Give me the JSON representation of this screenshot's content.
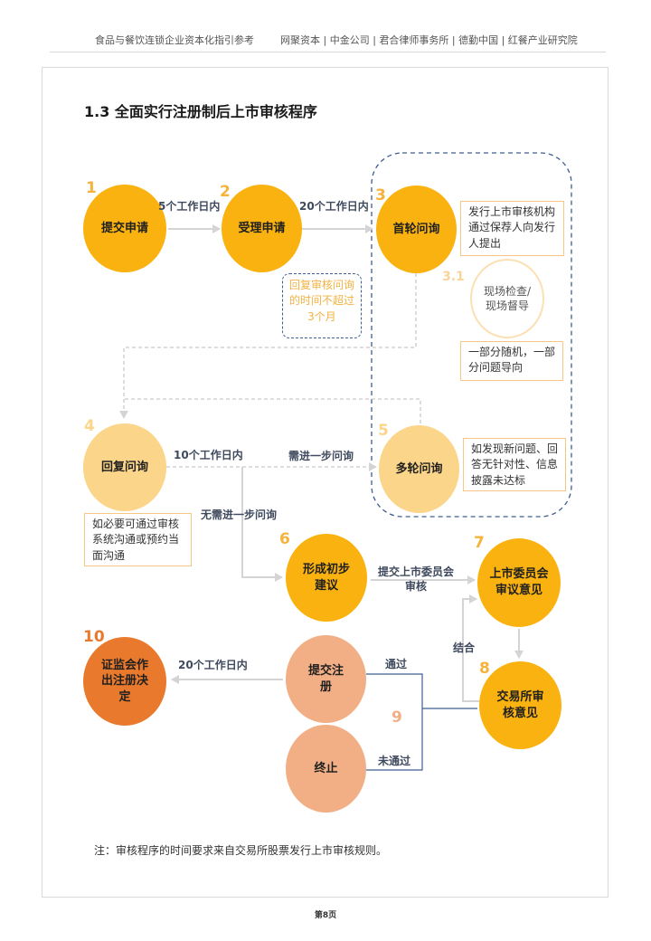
{
  "header": {
    "left": "食品与餐饮连锁企业资本化指引参考",
    "right": "网聚资本 | 中金公司 | 君合律师事务所 | 德勤中国 | 红餐产业研究院"
  },
  "section_title": "1.3 全面实行注册制后上市审核程序",
  "nodes": {
    "n1": {
      "num": "1",
      "label": "提交申请"
    },
    "n2": {
      "num": "2",
      "label": "受理申请"
    },
    "n3": {
      "num": "3",
      "label": "首轮问询"
    },
    "n31": {
      "num": "3.1",
      "label": "现场检查/现场督导"
    },
    "n4": {
      "num": "4",
      "label": "回复问询"
    },
    "n5": {
      "num": "5",
      "label": "多轮问询"
    },
    "n6": {
      "num": "6",
      "label": "形成初步建议"
    },
    "n7": {
      "num": "7",
      "label": "上市委员会审议意见"
    },
    "n8": {
      "num": "8",
      "label": "交易所审核意见"
    },
    "n9": {
      "num": "9"
    },
    "n10": {
      "num": "10",
      "label": "证监会作出注册决定"
    },
    "submit": {
      "label": "提交注册"
    },
    "terminate": {
      "label": "终止"
    }
  },
  "edge_labels": {
    "e12": "5个工作日内",
    "e23": "20个工作日内",
    "e45": "10个工作日内",
    "further": "需进一步问询",
    "no_further": "无需进一步问询",
    "e67": "提交上市委员会审核",
    "combine": "结合",
    "pass": "通过",
    "fail": "未通过",
    "e10": "20个工作日内"
  },
  "notes": {
    "reply_time": "回复审核问询的时间不超过3个月",
    "issuer": "发行上市审核机构通过保荐人向发行人提出",
    "random": "一部分随机，一部分问题导向",
    "reply_method": "如必要可通过审核系统沟通或预约当面沟通",
    "multi_round": "如发现新问题、回答无针对性、信息披露未达标"
  },
  "footnote": "注：审核程序的时间要求来自交易所股票发行上市审核规则。",
  "page_number": "第8页",
  "colors": {
    "gold": "#f9b20f",
    "light_gold": "#fbd58a",
    "peach": "#f2ae85",
    "deep_orange": "#e97a2d",
    "number_orange": "#f6b33b",
    "navy_dash": "#3e5e8f",
    "arrow_gray": "#d4d4d4"
  }
}
